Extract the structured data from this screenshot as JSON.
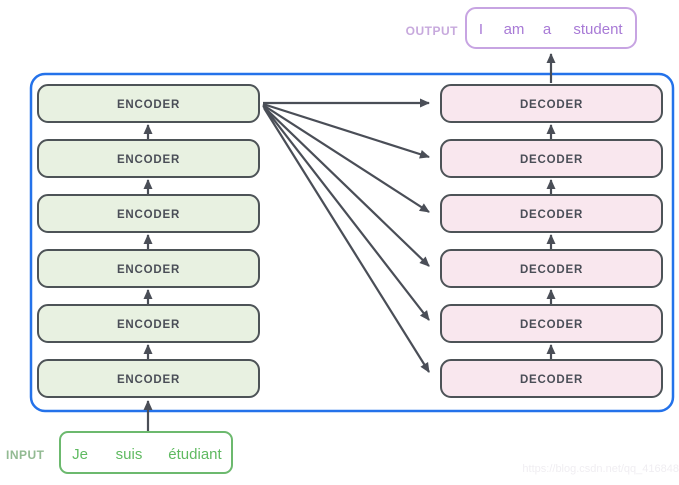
{
  "diagram": {
    "title_semantic": "transformer-encoder-decoder-stack",
    "encoder_stack": {
      "label": "ENCODER",
      "count": 6
    },
    "decoder_stack": {
      "label": "DECODER",
      "count": 6
    },
    "output": {
      "label": "OUTPUT",
      "words": [
        "I",
        "am",
        "a",
        "student"
      ]
    },
    "input": {
      "label": "INPUT",
      "words": [
        "Je",
        "suis",
        "étudiant"
      ]
    },
    "watermark": "https://blog.csdn.net/qq_416848"
  },
  "colors": {
    "container_border": "#2472ea",
    "encoder_fill": "#e8f1e1",
    "decoder_fill": "#f9e7ee",
    "block_border": "#4d5357",
    "block_text": "#4a4e57",
    "arrow": "#4a4e57",
    "output_text": "#a87ad6",
    "output_border": "#c7a4e2",
    "output_label": "#c7a9dd",
    "input_text": "#5fba61",
    "input_border": "#6cb96e",
    "input_label": "#92ba92",
    "watermark": "#f0eef2"
  }
}
